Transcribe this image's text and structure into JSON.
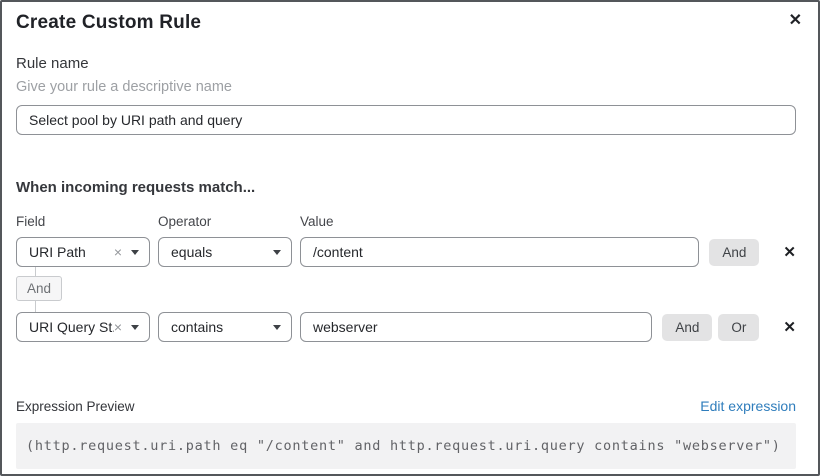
{
  "dialog": {
    "title": "Create Custom Rule",
    "close_icon": "✕"
  },
  "rule_name": {
    "label": "Rule name",
    "helper": "Give your rule a descriptive name",
    "value": "Select pool by URI path and query"
  },
  "match": {
    "heading": "When incoming requests match...",
    "columns": {
      "field": "Field",
      "operator": "Operator",
      "value": "Value"
    },
    "rows": [
      {
        "field": "URI Path",
        "operator": "equals",
        "value": "/content",
        "clear_icon": "×",
        "and_label": "And",
        "delete_icon": "✕"
      },
      {
        "field": "URI Query St...",
        "operator": "contains",
        "value": "webserver",
        "clear_icon": "×",
        "and_label": "And",
        "or_label": "Or",
        "delete_icon": "✕"
      }
    ],
    "connector_label": "And"
  },
  "expression": {
    "label": "Expression Preview",
    "edit_link": "Edit expression",
    "code": "(http.request.uri.path eq \"/content\" and http.request.uri.query contains \"webserver\")"
  },
  "colors": {
    "accent_link": "#2f7dbc",
    "button_gray": "#e3e3e4",
    "border_gray": "#8e9196",
    "code_background": "#f2f2f3"
  }
}
